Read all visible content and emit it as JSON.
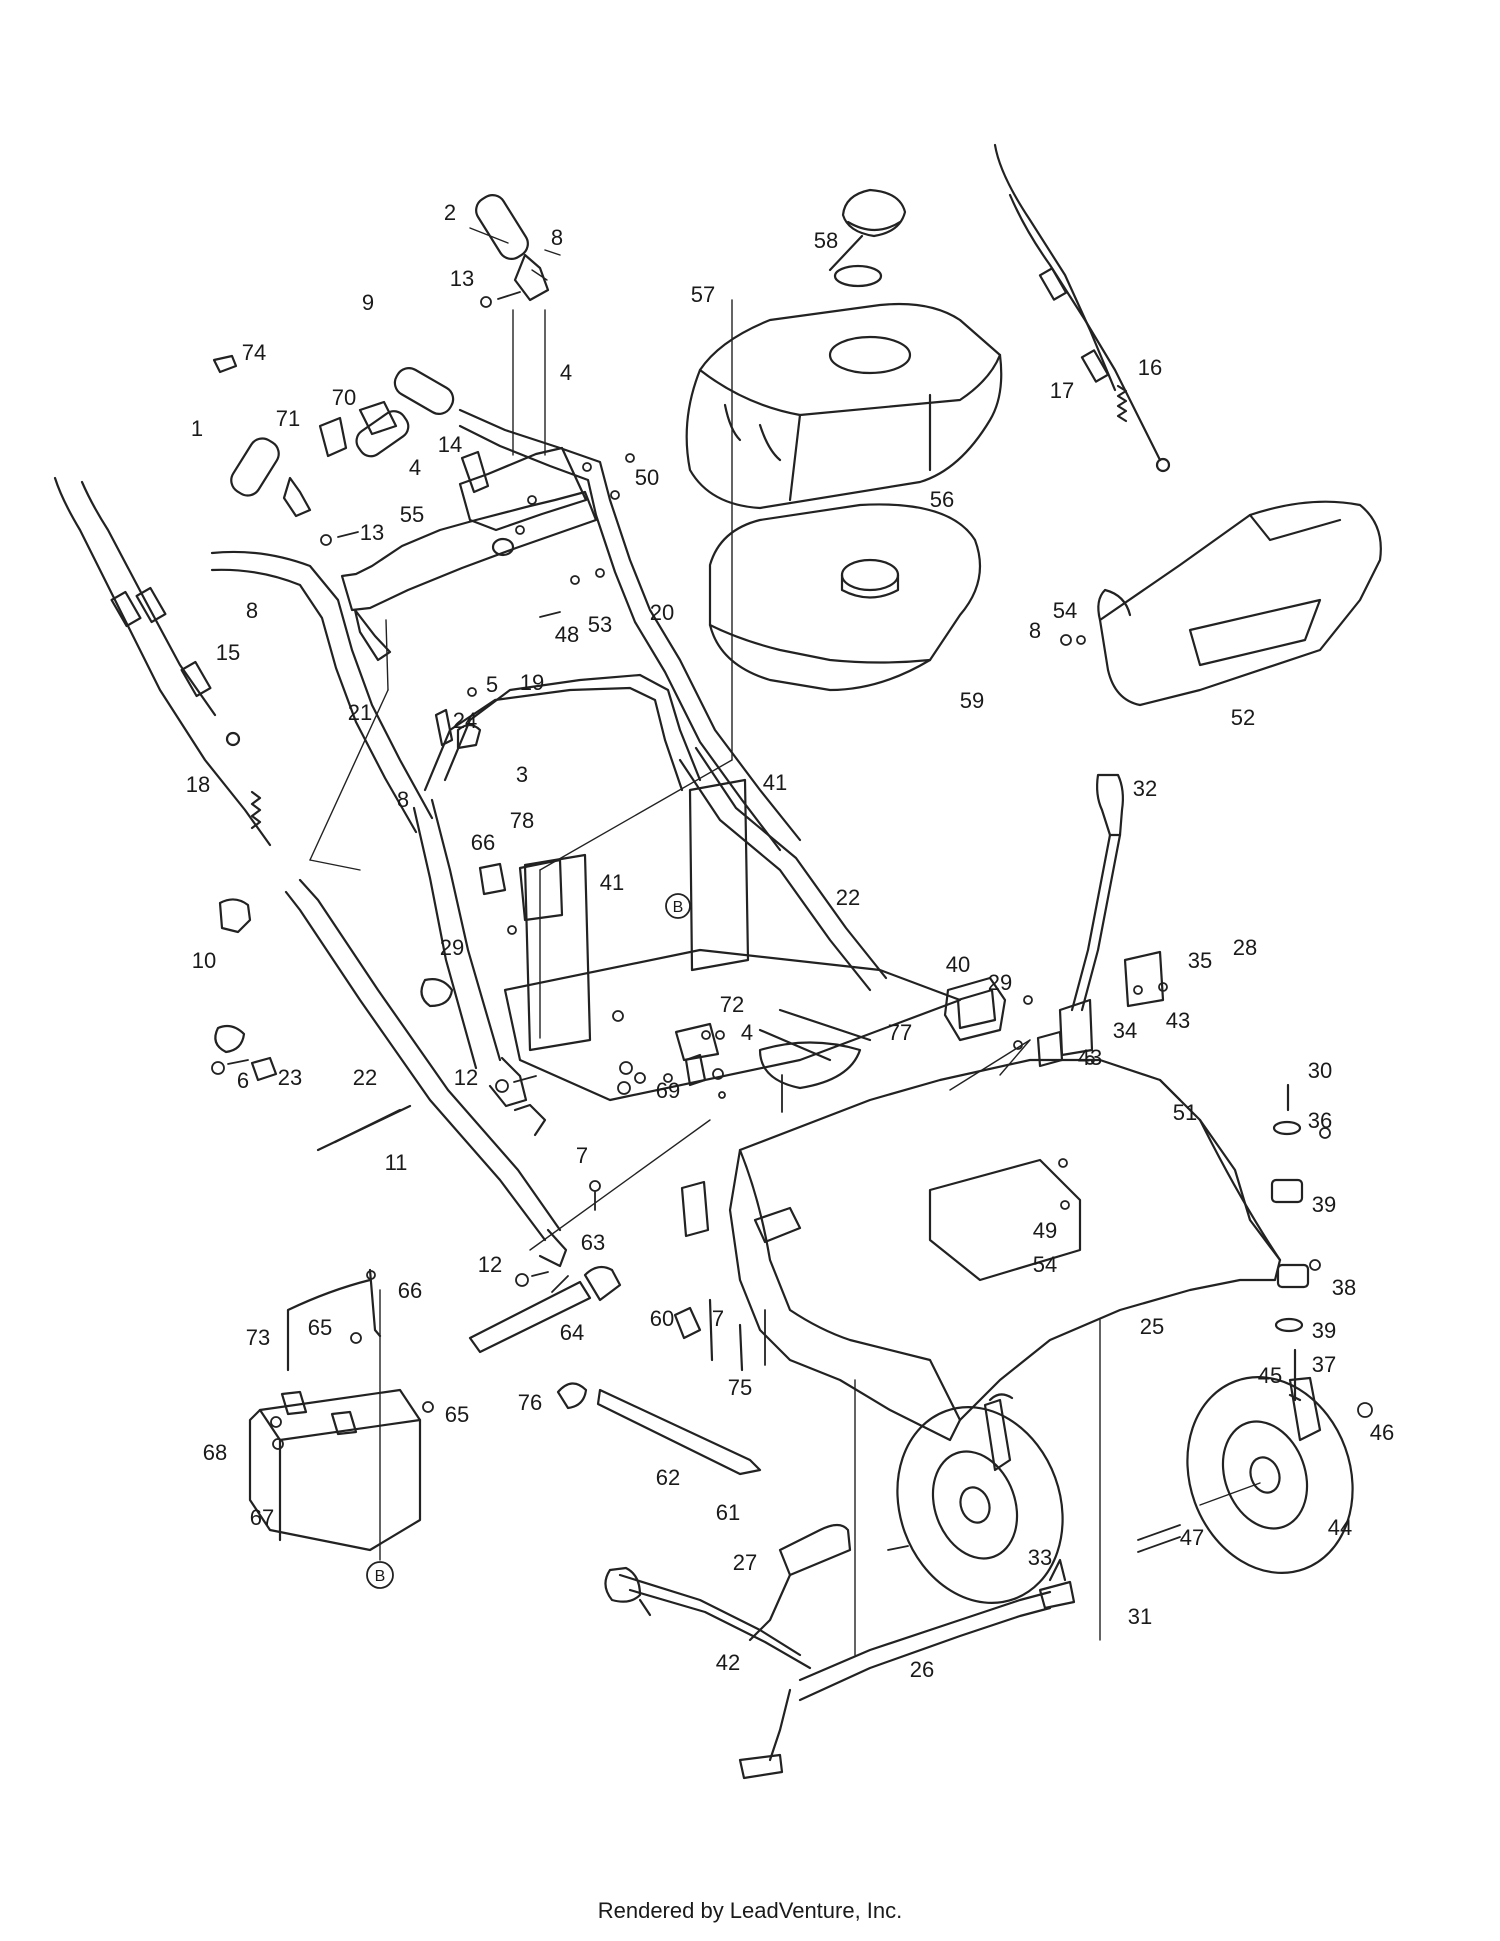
{
  "footer": "Rendered by LeadVenture, Inc.",
  "callouts": [
    "1",
    "2",
    "3",
    "4",
    "5",
    "6",
    "7",
    "8",
    "9",
    "10",
    "11",
    "12",
    "13",
    "14",
    "15",
    "16",
    "17",
    "18",
    "19",
    "20",
    "21",
    "22",
    "23",
    "24",
    "25",
    "26",
    "27",
    "28",
    "29",
    "30",
    "31",
    "32",
    "33",
    "34",
    "35",
    "36",
    "37",
    "38",
    "39",
    "40",
    "41",
    "42",
    "43",
    "44",
    "45",
    "46",
    "47",
    "48",
    "49",
    "50",
    "51",
    "52",
    "53",
    "54",
    "55",
    "56",
    "57",
    "58",
    "59",
    "60",
    "61",
    "62",
    "63",
    "64",
    "65",
    "66",
    "67",
    "68",
    "69",
    "70",
    "71",
    "72",
    "73",
    "74",
    "75",
    "76",
    "77",
    "78"
  ],
  "markers": {
    "b": "B"
  }
}
